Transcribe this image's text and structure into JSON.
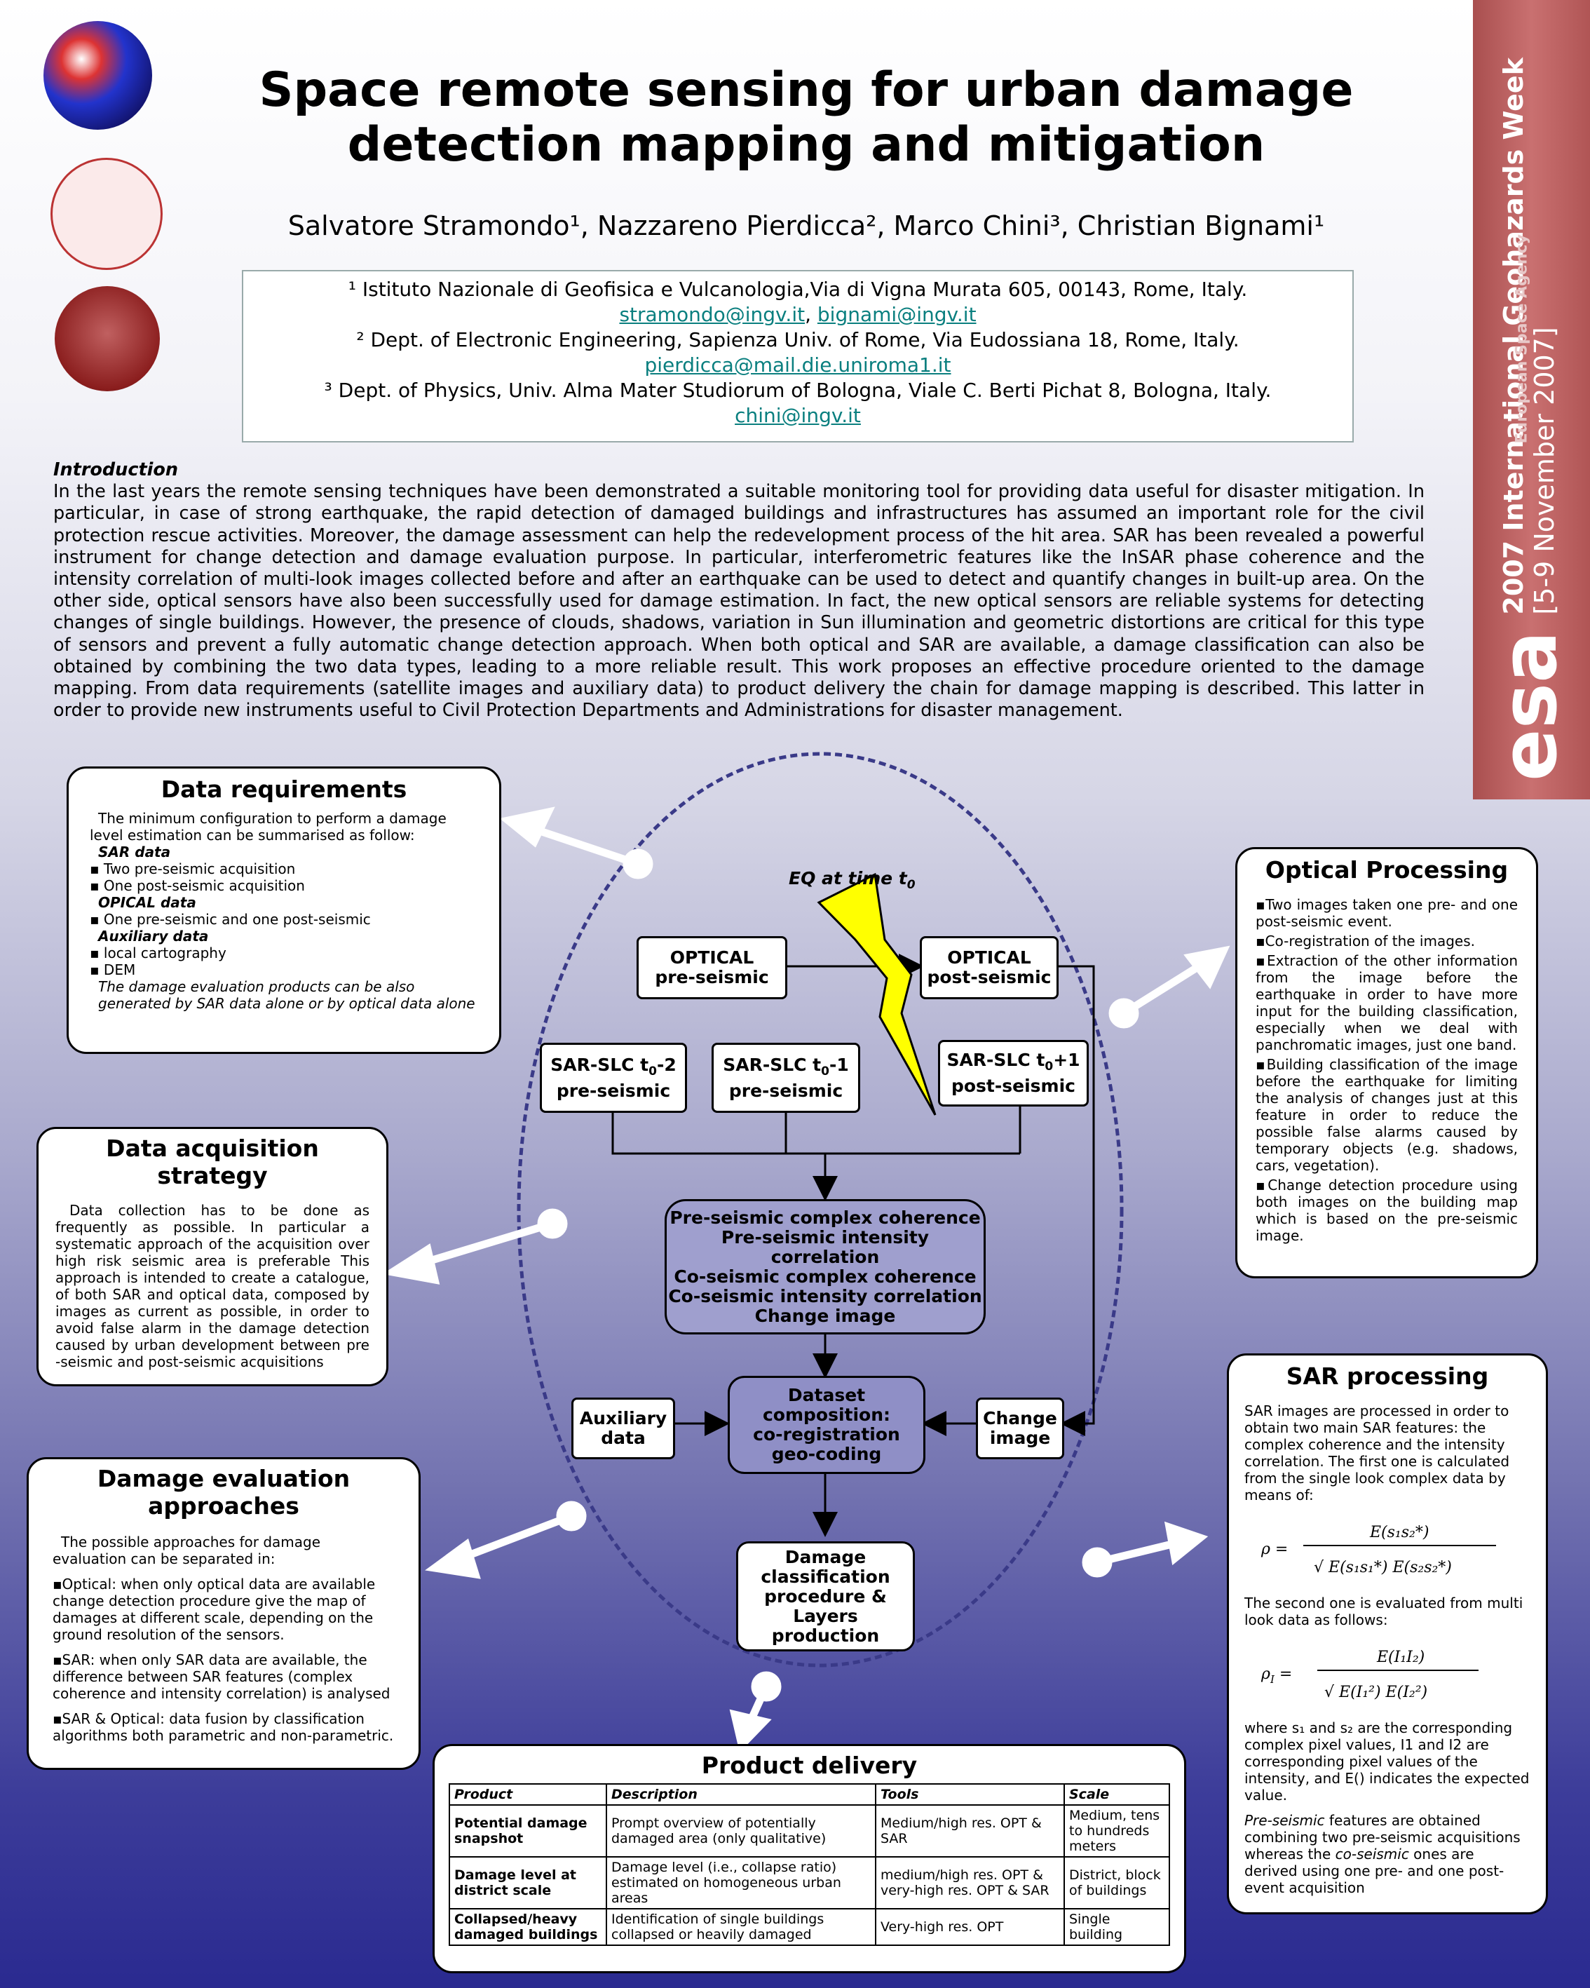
{
  "header": {
    "title_line1": "Space remote sensing for urban damage",
    "title_line2": "detection mapping and mitigation",
    "authors": "Salvatore Stramondo¹, Nazzareno Pierdicca², Marco Chini³, Christian Bignami¹",
    "aff1": "¹ Istituto Nazionale di Geofisica e Vulcanologia,Via di Vigna Murata 605, 00143, Rome, Italy.",
    "aff1_email_a": "stramondo@ingv.it",
    "aff1_email_b": "bignami@ingv.it",
    "aff2": "² Dept. of Electronic Engineering, Sapienza Univ. of Rome, Via Eudossiana 18, Rome, Italy.",
    "aff2_email": "pierdicca@mail.die.uniroma1.it",
    "aff3": "³ Dept. of  Physics, Univ. Alma Mater Studiorum of Bologna, Viale C. Berti Pichat 8, Bologna, Italy.",
    "aff3_email": "chini@ingv.it"
  },
  "esa_banner": {
    "line1": "2007 International Geohazards Week",
    "line2": "[5-9 November 2007]",
    "brand": "esa",
    "agency": "European Space Agency"
  },
  "intro": {
    "heading": "Introduction",
    "text": "In the last years the remote sensing techniques have been demonstrated a suitable monitoring tool for providing data useful for disaster mitigation. In particular, in case of strong earthquake, the rapid detection of damaged buildings and infrastructures has assumed an important role for the civil protection rescue activities. Moreover, the damage assessment can help the redevelopment process of the hit area. SAR has been revealed a powerful instrument for change detection and damage evaluation purpose. In particular, interferometric features like the InSAR phase coherence and the intensity correlation of multi-look images collected before and after an earthquake can be used to detect and quantify changes in built-up area. On the other side, optical sensors have also been successfully used for damage estimation. In fact, the new optical sensors are reliable systems for detecting changes of single buildings. However, the presence of clouds, shadows, variation in Sun illumination and geometric distortions are critical for this type of sensors and prevent a fully automatic change detection approach. When both optical and SAR are available, a damage classification can also be obtained by combining the two data types, leading to a more reliable result. This work proposes an effective procedure oriented to the damage mapping. From data requirements (satellite images and auxiliary data) to product delivery the chain for damage mapping is described. This latter in order to provide new instruments useful to Civil Protection Departments and Administrations for disaster management."
  },
  "data_requirements": {
    "title": "Data requirements",
    "intro": "The minimum configuration to perform a damage level estimation can be summarised as follow:",
    "sar_head": "SAR data",
    "sar_items": [
      "▪ Two pre-seismic acquisition",
      "▪ One post-seismic acquisition"
    ],
    "opt_head": "OPICAL data",
    "opt_items": [
      "▪ One pre-seismic and one post-seismic"
    ],
    "aux_head": "Auxiliary data",
    "aux_items": [
      "▪ local cartography",
      "▪ DEM"
    ],
    "note": "The damage evaluation products can be also generated by SAR data alone or by optical data alone"
  },
  "acquisition": {
    "title": "Data acquisition strategy",
    "text": "Data collection has to be done as frequently as possible. In particular a systematic approach of the acquisition over high risk seismic area is preferable This approach is intended to create a catalogue, of both SAR and optical data, composed by images as current as possible, in order to avoid false alarm in the damage detection caused by urban development between pre -seismic and post-seismic acquisitions"
  },
  "damage_eval": {
    "title1": "Damage evaluation",
    "title2": "approaches",
    "intro": "The possible approaches for damage evaluation can be separated in:",
    "p1": "▪Optical: when only optical data are available change detection procedure give the map of damages at different scale, depending on the ground resolution of the sensors.",
    "p2": "▪SAR: when only SAR data are available, the difference between SAR features (complex coherence and intensity correlation) is analysed",
    "p3": "▪SAR & Optical: data fusion by classification algorithms both parametric and non-parametric."
  },
  "optical_proc": {
    "title": "Optical Processing",
    "items": [
      "▪Two images taken one pre- and one post-seismic event.",
      "▪Co-registration of the images.",
      "▪Extraction of the other information from the image before the earthquake in order to have more input for the building classification, especially when we deal with panchromatic images, just one band.",
      "▪Building classification of the image before the earthquake for limiting the analysis of changes just at this feature in order to reduce the possible false alarms caused by temporary objects (e.g. shadows, cars, vegetation).",
      "▪Change detection procedure using both images on the building map which is based on the pre-seismic image."
    ]
  },
  "sar_proc": {
    "title": "SAR processing",
    "p1": "SAR images are processed in order to obtain two main SAR features: the complex coherence and the intensity correlation. The first one is calculated from the single look complex data by means of:",
    "p2": "The second one is evaluated from multi look data as follows:",
    "p3": "where s₁ and s₂ are the corresponding complex pixel values, I1 and I2 are corresponding pixel values of the intensity, and E() indicates the expected value.",
    "p4a": "Pre-seismic",
    "p4b": " features are obtained combining two pre-seismic acquisitions whereas the ",
    "p4c": "co-seismic",
    "p4d": " ones are derived using one pre- and one post-event acquisition"
  },
  "flow": {
    "eq_label": "EQ at time t",
    "eq_sub": "0",
    "opt_pre": [
      "OPTICAL",
      "pre-seismic"
    ],
    "opt_post": [
      "OPTICAL",
      "post-seismic"
    ],
    "sar1": [
      "SAR-SLC t",
      "0",
      "-2",
      "pre-seismic"
    ],
    "sar2": [
      "SAR-SLC t",
      "0",
      "-1",
      "pre-seismic"
    ],
    "sar3": [
      "SAR-SLC t",
      "0",
      "+1",
      "post-seismic"
    ],
    "features": [
      "Pre-seismic complex coherence",
      "Pre-seismic intensity correlation",
      "Co-seismic complex coherence",
      "Co-seismic intensity correlation",
      "Change image"
    ],
    "aux": [
      "Auxiliary",
      "data"
    ],
    "dataset": [
      "Dataset",
      "composition:",
      "co-registration",
      "geo-coding"
    ],
    "change": [
      "Change",
      "image"
    ],
    "damage": [
      "Damage",
      "classification",
      "procedure &",
      "Layers",
      "production"
    ]
  },
  "product": {
    "title": "Product delivery",
    "headers": [
      "Product",
      "Description",
      "Tools",
      "Scale"
    ],
    "rows": [
      [
        "Potential damage snapshot",
        "Prompt overview of potentially damaged area (only qualitative)",
        "Medium/high res. OPT & SAR",
        "Medium, tens to hundreds meters"
      ],
      [
        "Damage level at district scale",
        "Damage level (i.e., collapse ratio) estimated on homogeneous urban areas",
        "medium/high res. OPT & very-high res. OPT & SAR",
        "District, block of buildings"
      ],
      [
        "Collapsed/heavy damaged buildings",
        "Identification of single buildings collapsed or heavily damaged",
        "Very-high res. OPT",
        "Single building"
      ]
    ]
  }
}
